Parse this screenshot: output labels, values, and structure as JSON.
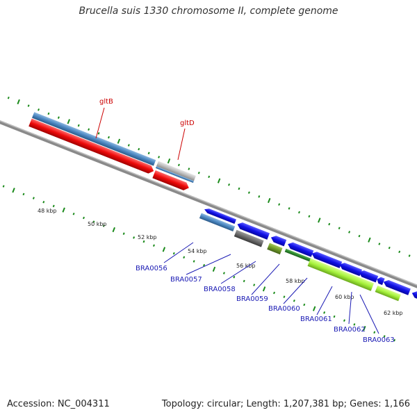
{
  "title": "Brucella suis 1330 chromosome II, complete genome",
  "footer": {
    "accession": "Accession: NC_004311",
    "topology": "Topology: circular; Length: 1,207,381 bp; Genes: 1,166"
  },
  "colors": {
    "backbone": "#8a8a8a",
    "tick_green": "#1a8a1a",
    "cds_blue": "#1010e6",
    "cds_steel": "#4a86c0",
    "cds_red": "#ee0a0a",
    "cds_gray": "#6a6a6a",
    "cds_silver": "#bdbdbd",
    "cds_lime": "#a6f23c",
    "cds_olive": "#6f9a28",
    "cds_darkgreen": "#2e8a2e",
    "label_blue": "#1a1ab4",
    "label_red": "#cc0000"
  },
  "scale_labels": [
    "48 kbp",
    "50 kbp",
    "52 kbp",
    "54 kbp",
    "56 kbp",
    "58 kbp",
    "60 kbp",
    "62 kbp"
  ],
  "gene_labels_top": [
    "gltB",
    "gltD"
  ],
  "gene_labels_bottom": [
    "BRA0056",
    "BRA0057",
    "BRA0058",
    "BRA0059",
    "BRA0060",
    "BRA0061",
    "BRA0062",
    "BRA0063"
  ]
}
